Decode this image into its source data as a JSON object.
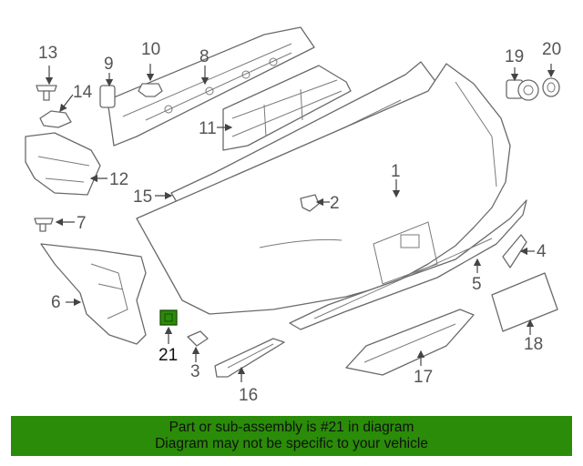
{
  "diagram": {
    "callouts": [
      "1",
      "2",
      "3",
      "4",
      "5",
      "6",
      "7",
      "8",
      "9",
      "10",
      "11",
      "12",
      "13",
      "14",
      "15",
      "16",
      "17",
      "18",
      "19",
      "20",
      "21"
    ],
    "highlight_part": "21",
    "highlight_color": "#2a8c08"
  },
  "banner": {
    "line1": "Part or sub-assembly is #21 in diagram",
    "line2": "Diagram may not be specific to your vehicle",
    "background": "#2a8c08"
  }
}
